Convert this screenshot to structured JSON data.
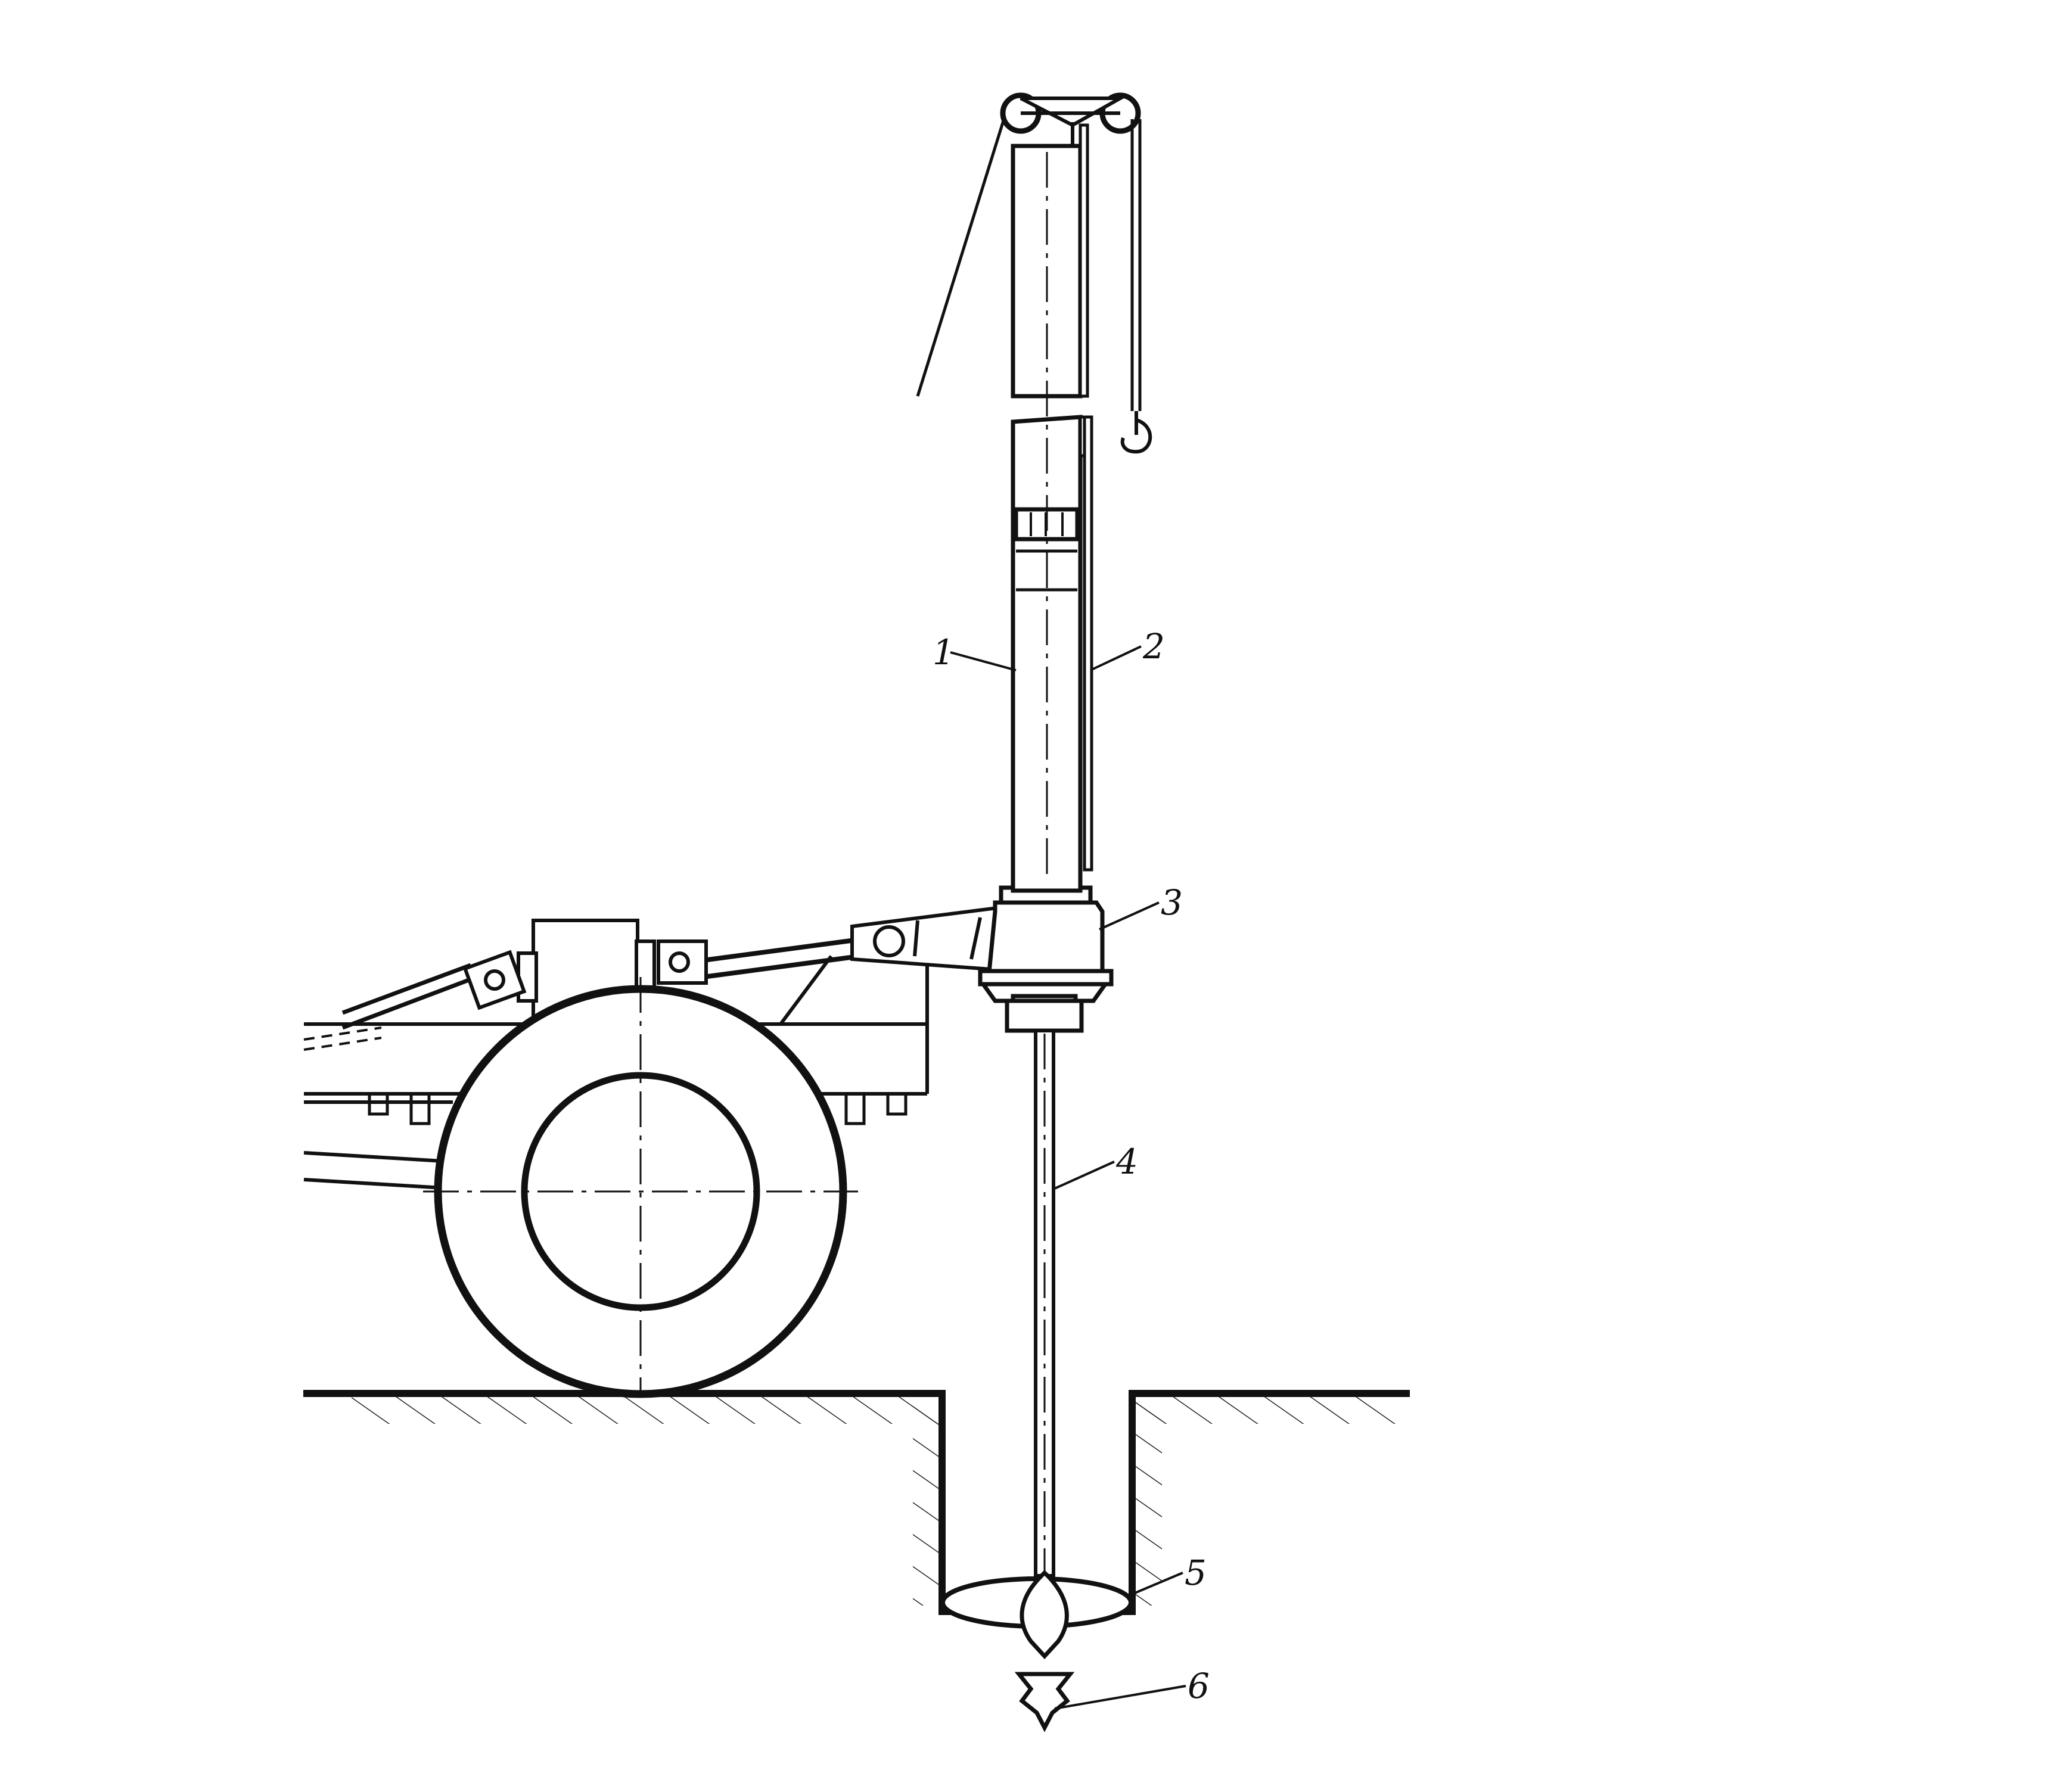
{
  "diagram": {
    "callouts": [
      {
        "id": "1",
        "label": "1"
      },
      {
        "id": "2",
        "label": "2"
      },
      {
        "id": "3",
        "label": "3"
      },
      {
        "id": "4",
        "label": "4"
      },
      {
        "id": "5",
        "label": "5"
      },
      {
        "id": "6",
        "label": "6"
      }
    ]
  },
  "colors": {
    "ink": "#111111",
    "background": "#ffffff"
  }
}
